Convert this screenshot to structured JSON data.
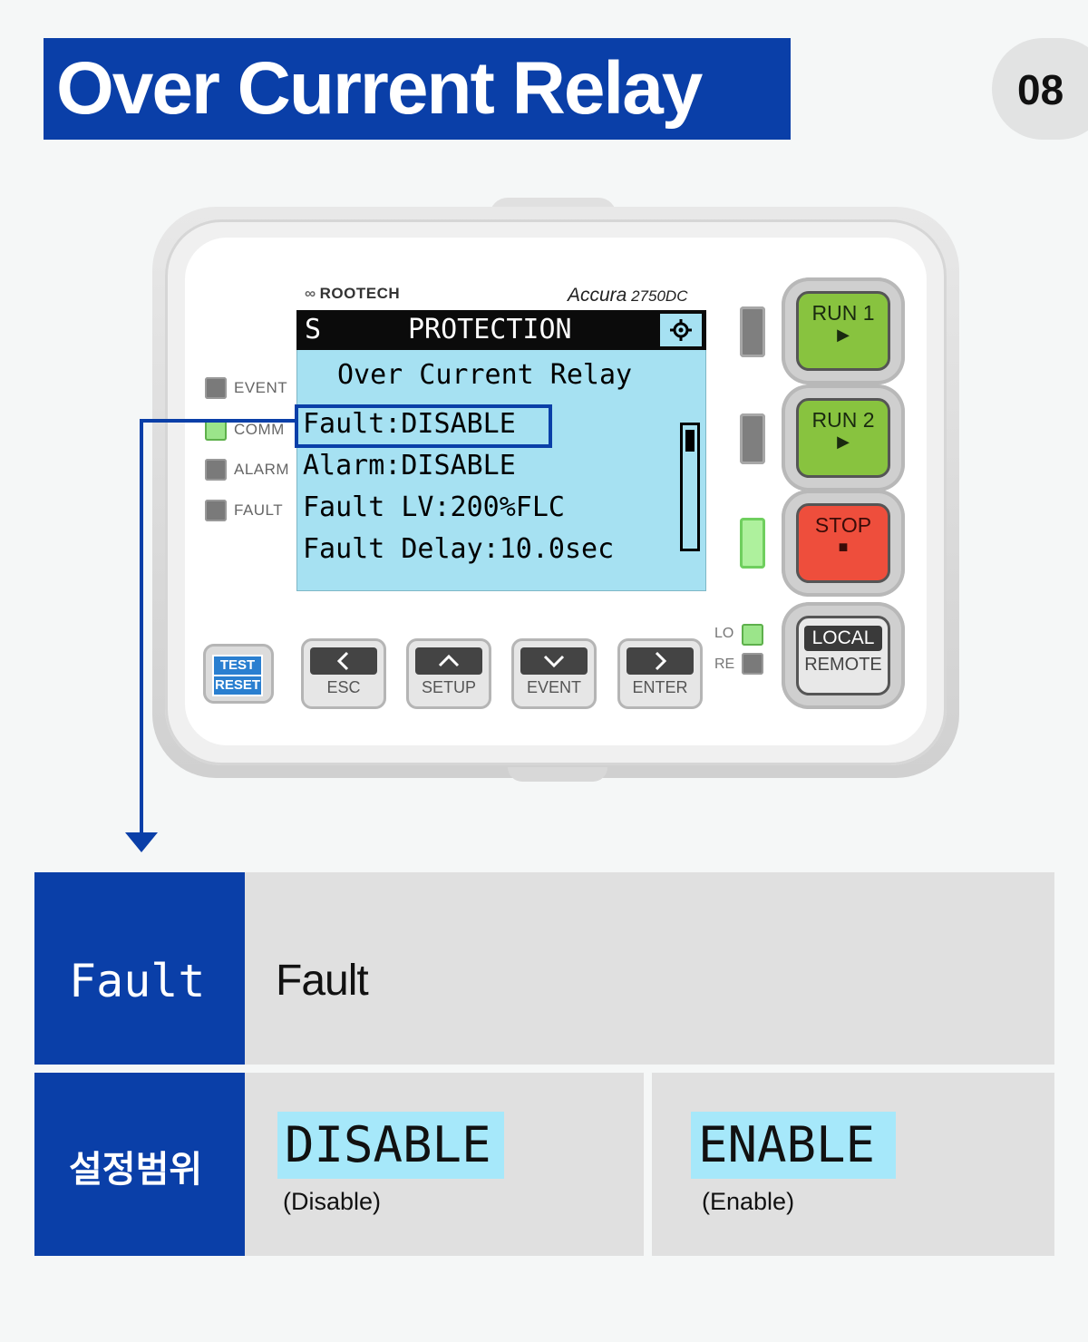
{
  "header": {
    "title": "Over Current Relay",
    "page_number": "08"
  },
  "device": {
    "brand": "ROOTECH",
    "model_prefix": "Accura",
    "model_suffix": "2750DC",
    "leds": [
      {
        "label": "EVENT",
        "state": "off"
      },
      {
        "label": "COMM",
        "state": "green"
      },
      {
        "label": "ALARM",
        "state": "off"
      },
      {
        "label": "FAULT",
        "state": "off"
      }
    ],
    "lcd": {
      "mode": "S",
      "header": "PROTECTION",
      "header_icon": "gear-icon",
      "title": "Over Current Relay",
      "lines": [
        "Fault:DISABLE",
        "Alarm:DISABLE",
        "Fault LV:200%FLC",
        "Fault Delay:10.0sec"
      ],
      "highlighted_line": 0
    },
    "nav_buttons": [
      {
        "symbol": "<",
        "label": "ESC"
      },
      {
        "symbol": "^",
        "label": "SETUP"
      },
      {
        "symbol": "v",
        "label": "EVENT"
      },
      {
        "symbol": ">",
        "label": "ENTER"
      }
    ],
    "test_button": {
      "top": "TEST",
      "bottom": "RESET"
    },
    "run1": {
      "label": "RUN 1",
      "symbol": "▶"
    },
    "run2": {
      "label": "RUN 2",
      "symbol": "▶"
    },
    "stop": {
      "label": "STOP",
      "symbol": "■"
    },
    "local_remote": {
      "top": "LOCAL",
      "bottom": "REMOTE"
    },
    "lo_label": "LO",
    "re_label": "RE",
    "colors": {
      "accent": "#0a3fa8",
      "lcd_bg": "#a6e1f2",
      "run": "#88c33f",
      "stop": "#ee4e3c"
    }
  },
  "table": {
    "row1": {
      "key": "Fault",
      "value": "Fault"
    },
    "row2": {
      "key": "설정범위",
      "options": [
        {
          "value": "DISABLE",
          "desc": "(Disable)"
        },
        {
          "value": "ENABLE",
          "desc": "(Enable)"
        }
      ]
    }
  }
}
